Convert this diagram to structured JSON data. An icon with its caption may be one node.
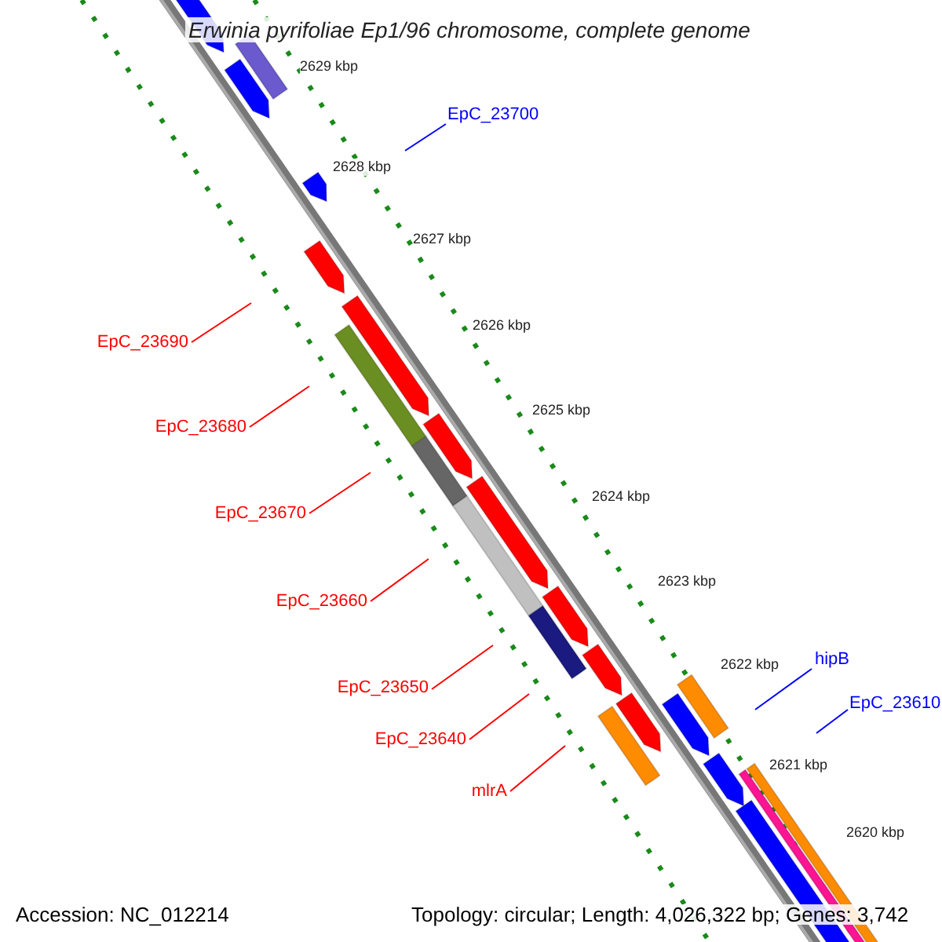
{
  "diagram": {
    "title": "Erwinia pyrifoliae Ep1/96 chromosome, complete genome",
    "nodes": [
      {
        "text": [
          "EpC_23700"
        ]
      },
      {
        "text": [
          "EpC_23690"
        ]
      },
      {
        "text": [
          "EpC_23680"
        ]
      },
      {
        "text": [
          "EpC_23670"
        ]
      },
      {
        "text": [
          "EpC_23660"
        ]
      },
      {
        "text": [
          "EpC_23650"
        ]
      },
      {
        "text": [
          "EpC_23640"
        ]
      },
      {
        "text": [
          "mlrA"
        ]
      },
      {
        "text": [
          "hipB"
        ]
      },
      {
        "text": [
          "EpC_23610"
        ]
      }
    ],
    "edges": [
      {
        "from": 0,
        "to": null,
        "arrow": "none",
        "color": "#0000ff"
      },
      {
        "from": 1,
        "to": null,
        "arrow": "none"
      },
      {
        "from": 2,
        "to": null,
        "arrow": "none"
      },
      {
        "from": 3,
        "to": null,
        "arrow": "none"
      },
      {
        "from": 4,
        "to": null,
        "arrow": "none"
      },
      {
        "from": 5,
        "to": null,
        "arrow": "none"
      },
      {
        "from": 6,
        "to": null,
        "arrow": "none"
      },
      {
        "from": 7,
        "to": null,
        "arrow": "none"
      },
      {
        "from": 8,
        "to": null,
        "arrow": "none",
        "color": "#0000ff"
      },
      {
        "from": 9,
        "to": null,
        "arrow": "none",
        "color": "#0000ff"
      }
    ],
    "labels": [
      "2629 kbp",
      "2628 kbp",
      "2627 kbp",
      "2626 kbp",
      "2625 kbp",
      "2624 kbp",
      "2623 kbp",
      "2622 kbp",
      "2621 kbp",
      "2620 kbp",
      "Accession: NC_012214",
      "Topology: circular; Length: 4,026,322 bp; Genes: 3,742"
    ]
  }
}
